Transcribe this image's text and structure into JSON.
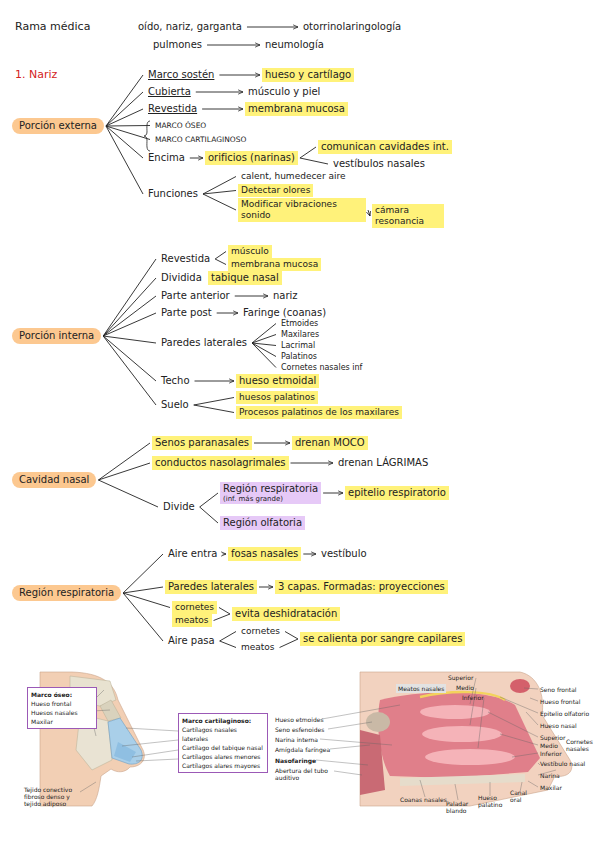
{
  "diagram": {
    "nodes": [
      {
        "text": [
          "oído, nariz, garganta"
        ]
      },
      {
        "text": [
          "otorrinolaringología"
        ]
      },
      {
        "text": [
          "pulmones"
        ]
      },
      {
        "text": [
          "neumología"
        ]
      },
      {
        "text": [
          "Porción externa"
        ]
      },
      {
        "text": [
          "Marco sostén"
        ]
      },
      {
        "text": [
          "hueso y cartílago"
        ]
      },
      {
        "text": [
          "Cubierta"
        ]
      },
      {
        "text": [
          "músculo y piel"
        ]
      },
      {
        "text": [
          "Revestida"
        ]
      },
      {
        "text": [
          "membrana mucosa"
        ]
      },
      {
        "text": [
          "MARCO ÓSEO"
        ]
      },
      {
        "text": [
          "MARCO CARTILAGINOSO"
        ]
      },
      {
        "text": [
          "Encima"
        ]
      },
      {
        "text": [
          "orificios (narinas)"
        ]
      },
      {
        "text": [
          "comunican cavidades int."
        ]
      },
      {
        "text": [
          "vestíbulos nasales"
        ]
      },
      {
        "text": [
          "Funciones"
        ]
      },
      {
        "text": [
          "calent, humedecer aire"
        ]
      },
      {
        "text": [
          "Detectar olores"
        ]
      },
      {
        "text": [
          "Modificar vibraciones sonido"
        ]
      },
      {
        "text": [
          "cámara resonancia"
        ]
      },
      {
        "text": [
          "Porción interna"
        ]
      },
      {
        "text": [
          "Revestida"
        ]
      },
      {
        "text": [
          "músculo"
        ]
      },
      {
        "text": [
          "membrana mucosa"
        ]
      },
      {
        "text": [
          "Dividida"
        ]
      },
      {
        "text": [
          "tabique nasal"
        ]
      },
      {
        "text": [
          "Parte anterior"
        ]
      },
      {
        "text": [
          "nariz"
        ]
      },
      {
        "text": [
          "Parte post"
        ]
      },
      {
        "text": [
          "Faringe (coanas)"
        ]
      },
      {
        "text": [
          "Paredes laterales"
        ]
      },
      {
        "text": [
          "Etmoides"
        ]
      },
      {
        "text": [
          "Maxilares"
        ]
      },
      {
        "text": [
          "Lacrimal"
        ]
      },
      {
        "text": [
          "Palatinos"
        ]
      },
      {
        "text": [
          "Cornetes nasales inf"
        ]
      },
      {
        "text": [
          "Techo"
        ]
      },
      {
        "text": [
          "hueso etmoidal"
        ]
      },
      {
        "text": [
          "Suelo"
        ]
      },
      {
        "text": [
          "huesos palatinos"
        ]
      },
      {
        "text": [
          "Procesos palatinos de los maxilares"
        ]
      },
      {
        "text": [
          "Cavidad nasal"
        ]
      },
      {
        "text": [
          "Senos paranasales"
        ]
      },
      {
        "text": [
          "drenan MOCO"
        ]
      },
      {
        "text": [
          "conductos nasolagrimales"
        ]
      },
      {
        "text": [
          "drenan LÁGRIMAS"
        ]
      },
      {
        "text": [
          "Divide"
        ]
      },
      {
        "text": [
          "Región respiratoria",
          "(inf. más grande)"
        ]
      },
      {
        "text": [
          "epitelio respiratorio"
        ]
      },
      {
        "text": [
          "Región olfatoria"
        ]
      },
      {
        "text": [
          "Región respiratoria"
        ]
      },
      {
        "text": [
          "Aire entra"
        ]
      },
      {
        "text": [
          "fosas nasales"
        ]
      },
      {
        "text": [
          "vestíbulo"
        ]
      },
      {
        "text": [
          "Paredes laterales"
        ]
      },
      {
        "text": [
          "3 capas. Formadas: proyecciones"
        ]
      },
      {
        "text": [
          "cornetes"
        ]
      },
      {
        "text": [
          "meatos"
        ]
      },
      {
        "text": [
          "evita deshidratación"
        ]
      },
      {
        "text": [
          "Aire pasa"
        ]
      },
      {
        "text": [
          "cornetes"
        ]
      },
      {
        "text": [
          "meatos"
        ]
      },
      {
        "text": [
          "se calienta por sangre capilares"
        ]
      },
      {
        "text": [
          "Marco óseo:",
          "Hueso frontal",
          "Huesos nasales",
          "Maxilar"
        ]
      },
      {
        "text": [
          "Marco cartilaginoso:",
          "Cartílagos nasales laterales",
          "Cartílago del tabique nasal",
          "Cartílagos alares menores",
          "Cartílagos alares mayores"
        ]
      }
    ],
    "edges": [
      {
        "from": 0,
        "to": 1,
        "arrow": "to"
      },
      {
        "from": 2,
        "to": 3,
        "arrow": "to"
      },
      {
        "from": 4,
        "to": 5,
        "arrow": "none"
      },
      {
        "from": 4,
        "to": 7,
        "arrow": "none"
      },
      {
        "from": 4,
        "to": 9,
        "arrow": "none"
      },
      {
        "from": 4,
        "to": 11,
        "arrow": "none"
      },
      {
        "from": 4,
        "to": 12,
        "arrow": "none"
      },
      {
        "from": 4,
        "to": 13,
        "arrow": "none"
      },
      {
        "from": 4,
        "to": 17,
        "arrow": "none"
      },
      {
        "from": 5,
        "to": 6,
        "arrow": "to"
      },
      {
        "from": 7,
        "to": 8,
        "arrow": "to"
      },
      {
        "from": 9,
        "to": 10,
        "arrow": "to"
      },
      {
        "from": 13,
        "to": 14,
        "arrow": "to"
      },
      {
        "from": 14,
        "to": 15,
        "arrow": "none"
      },
      {
        "from": 14,
        "to": 16,
        "arrow": "none"
      },
      {
        "from": 17,
        "to": 18,
        "arrow": "none"
      },
      {
        "from": 17,
        "to": 19,
        "arrow": "none"
      },
      {
        "from": 17,
        "to": 20,
        "arrow": "none"
      },
      {
        "from": 20,
        "to": 21,
        "arrow": "to"
      },
      {
        "from": 22,
        "to": 23,
        "arrow": "none"
      },
      {
        "from": 22,
        "to": 26,
        "arrow": "none"
      },
      {
        "from": 22,
        "to": 28,
        "arrow": "none"
      },
      {
        "from": 22,
        "to": 30,
        "arrow": "none"
      },
      {
        "from": 22,
        "to": 32,
        "arrow": "none"
      },
      {
        "from": 22,
        "to": 38,
        "arrow": "none"
      },
      {
        "from": 22,
        "to": 40,
        "arrow": "none"
      },
      {
        "from": 23,
        "to": 24,
        "arrow": "none"
      },
      {
        "from": 23,
        "to": 25,
        "arrow": "none"
      },
      {
        "from": 28,
        "to": 29,
        "arrow": "to"
      },
      {
        "from": 30,
        "to": 31,
        "arrow": "to"
      },
      {
        "from": 32,
        "to": 33,
        "arrow": "none"
      },
      {
        "from": 32,
        "to": 34,
        "arrow": "none"
      },
      {
        "from": 32,
        "to": 35,
        "arrow": "none"
      },
      {
        "from": 32,
        "to": 36,
        "arrow": "none"
      },
      {
        "from": 32,
        "to": 37,
        "arrow": "none"
      },
      {
        "from": 38,
        "to": 39,
        "arrow": "to"
      },
      {
        "from": 40,
        "to": 41,
        "arrow": "none"
      },
      {
        "from": 40,
        "to": 42,
        "arrow": "none"
      },
      {
        "from": 43,
        "to": 44,
        "arrow": "none"
      },
      {
        "from": 43,
        "to": 46,
        "arrow": "none"
      },
      {
        "from": 43,
        "to": 48,
        "arrow": "none"
      },
      {
        "from": 44,
        "to": 45,
        "arrow": "to"
      },
      {
        "from": 46,
        "to": 47,
        "arrow": "to"
      },
      {
        "from": 48,
        "to": 49,
        "arrow": "none"
      },
      {
        "from": 48,
        "to": 51,
        "arrow": "none"
      },
      {
        "from": 49,
        "to": 50,
        "arrow": "to"
      },
      {
        "from": 52,
        "to": 53,
        "arrow": "none"
      },
      {
        "from": 52,
        "to": 56,
        "arrow": "none"
      },
      {
        "from": 52,
        "to": 58,
        "arrow": "none"
      },
      {
        "from": 52,
        "to": 61,
        "arrow": "none"
      },
      {
        "from": 53,
        "to": 54,
        "arrow": "to"
      },
      {
        "from": 54,
        "to": 55,
        "arrow": "to"
      },
      {
        "from": 56,
        "to": 57,
        "arrow": "to"
      },
      {
        "from": 58,
        "to": 60,
        "arrow": "none"
      },
      {
        "from": 59,
        "to": 60,
        "arrow": "none"
      },
      {
        "from": 61,
        "to": 62,
        "arrow": "none"
      },
      {
        "from": 61,
        "to": 63,
        "arrow": "none"
      },
      {
        "from": 62,
        "to": 64,
        "arrow": "none"
      },
      {
        "from": 63,
        "to": 64,
        "arrow": "none"
      }
    ],
    "labels": [
      "Rama médica",
      "1. Nariz",
      "Tejido conectivo fibroso denso y tejido adiposo",
      "Meatos nasales",
      "Superior",
      "Medio",
      "Inferior",
      "Seno frontal",
      "Hueso frontal",
      "Epitelio olfatorio",
      "Hueso nasal",
      "Superior",
      "Medio",
      "Inferior",
      "Cornetes nasales",
      "Vestíbulo nasal",
      "Narina",
      "Maxilar",
      "Hueso etmoides",
      "Seno esfenoides",
      "Narina interna",
      "Amígdala faríngea",
      "Nasofaringe",
      "Abertura del tubo auditivo",
      "Coanas nasales",
      "Paladar blando",
      "Hueso palatino",
      "Canal oral"
    ]
  }
}
